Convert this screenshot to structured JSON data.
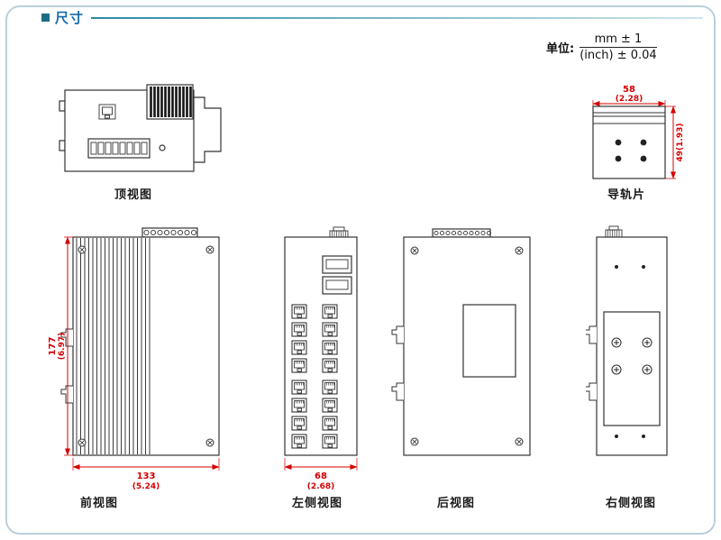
{
  "page": {
    "title": "尺寸",
    "unit": {
      "label": "单位:",
      "mm": "mm ± 1",
      "inch": "(inch) ± 0.04"
    }
  },
  "views": {
    "top": {
      "label": "顶视图"
    },
    "rail": {
      "label": "导轨片",
      "width_mm": "58",
      "width_inch": "(2.28)",
      "height": "49(1.93)"
    },
    "front": {
      "label": "前视图",
      "height_mm": "177",
      "height_inch": "(6.97)",
      "width_mm": "133",
      "width_inch": "(5.24)"
    },
    "left": {
      "label": "左侧视图",
      "width_mm": "68",
      "width_inch": "(2.68)"
    },
    "rear": {
      "label": "后视图"
    },
    "right": {
      "label": "右侧视图"
    }
  },
  "colors": {
    "accent_teal": "#2b8ba2",
    "title_blue": "#176ba9",
    "dimension_red": "#d40000",
    "line_dark": "#333333",
    "frame": "#bad0db"
  }
}
